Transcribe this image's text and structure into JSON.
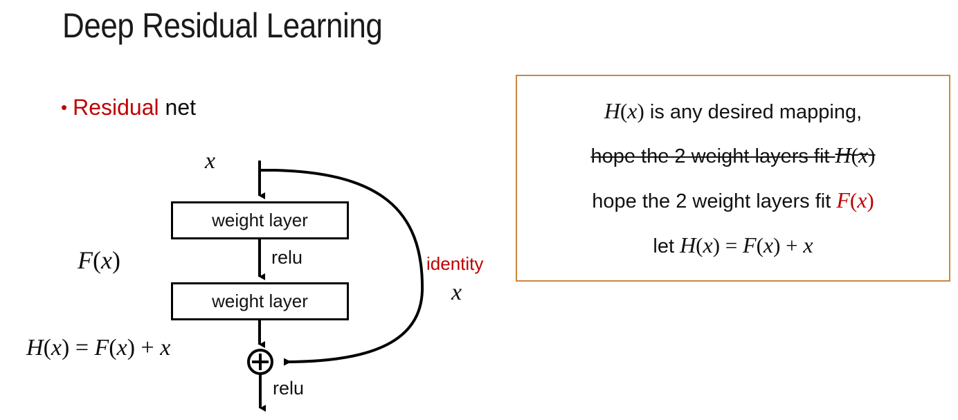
{
  "slide": {
    "title": "Deep Residual Learning"
  },
  "bullet": {
    "marker": "•",
    "highlight": "Residual",
    "rest": " net"
  },
  "diagram": {
    "name": "residual-block-diagram",
    "input_label": "x",
    "block1_label": "weight layer",
    "block2_label": "weight layer",
    "relu_mid_label": "relu",
    "relu_out_label": "relu",
    "residual_fn_label": "F(x)",
    "shortcut_label": "identity",
    "shortcut_value_label": "x",
    "sum_node_glyph": "+",
    "output_equation": "H(x) = F(x) + x"
  },
  "callout": {
    "border_color": "#c8883c",
    "lines": [
      {
        "id": "desired-mapping",
        "struck": false,
        "parts": [
          {
            "text": "H",
            "style": "math"
          },
          {
            "text": "(",
            "style": "mathop"
          },
          {
            "text": "x",
            "style": "math"
          },
          {
            "text": ")",
            "style": "mathop"
          },
          {
            "text": " is any desired mapping,",
            "style": "plain"
          }
        ]
      },
      {
        "id": "hope-fit-hx",
        "struck": true,
        "parts": [
          {
            "text": "hope the 2 weight layers fit ",
            "style": "plain"
          },
          {
            "text": "H",
            "style": "math"
          },
          {
            "text": "(",
            "style": "mathop"
          },
          {
            "text": "x",
            "style": "math"
          },
          {
            "text": ")",
            "style": "mathop"
          }
        ]
      },
      {
        "id": "hope-fit-fx",
        "struck": false,
        "parts": [
          {
            "text": "hope the 2 weight layers fit ",
            "style": "plain"
          },
          {
            "text": "F",
            "style": "math-red"
          },
          {
            "text": "(",
            "style": "mathop-red"
          },
          {
            "text": "x",
            "style": "math-red"
          },
          {
            "text": ")",
            "style": "mathop-red"
          }
        ]
      },
      {
        "id": "let-hx-equals",
        "struck": false,
        "parts": [
          {
            "text": "let ",
            "style": "plain"
          },
          {
            "text": "H",
            "style": "math"
          },
          {
            "text": "(",
            "style": "mathop"
          },
          {
            "text": "x",
            "style": "math"
          },
          {
            "text": ")",
            "style": "mathop"
          },
          {
            "text": " = ",
            "style": "mathop"
          },
          {
            "text": "F",
            "style": "math"
          },
          {
            "text": "(",
            "style": "mathop"
          },
          {
            "text": "x",
            "style": "math"
          },
          {
            "text": ")",
            "style": "mathop"
          },
          {
            "text": " + ",
            "style": "mathop"
          },
          {
            "text": "x",
            "style": "math"
          }
        ]
      }
    ]
  },
  "colors": {
    "accent_red": "#bf0000",
    "callout_border": "#c8883c",
    "ink": "#111111"
  }
}
